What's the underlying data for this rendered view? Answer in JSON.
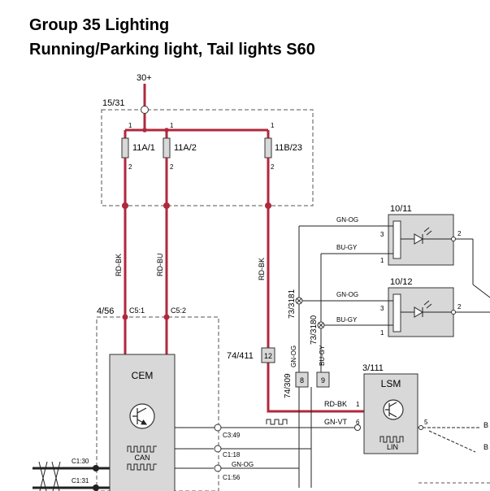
{
  "header": {
    "title": "Group 35 Lighting",
    "subtitle": "Running/Parking light, Tail lights S60"
  },
  "colors": {
    "wire_power": "#b0283c",
    "wire_signal": "#222222",
    "module_fill": "#d8d8d8",
    "box_border": "#555555"
  },
  "supply": {
    "label": "30+"
  },
  "fuse_box": {
    "label": "15/31",
    "fuses": [
      {
        "name": "11A/1",
        "pin_in": "1",
        "pin_out": "2"
      },
      {
        "name": "11A/2",
        "pin_in": "1",
        "pin_out": "2"
      },
      {
        "name": "11B/23",
        "pin_in": "1",
        "pin_out": "2"
      }
    ]
  },
  "wires": {
    "rd_bk_1": "RD-BK",
    "rd_bu": "RD-BU",
    "rd_bk_2": "RD-BK",
    "gn_og": "GN-OG",
    "bu_gy": "BU-GY",
    "gn_vt": "GN-VT"
  },
  "cem": {
    "box_label": "4/56",
    "name": "CEM",
    "conn_1": "C5:1",
    "conn_2": "C5:2",
    "bus_label": "CAN",
    "pins": [
      "C3:49",
      "C1:18",
      "C1:56"
    ],
    "left_pins": [
      "C1:30",
      "C1:31"
    ]
  },
  "lamp_1": {
    "label": "10/11",
    "pin_a": "3",
    "pin_b": "1",
    "pin_out": "2"
  },
  "lamp_2": {
    "label": "10/12",
    "pin_a": "3",
    "pin_b": "1",
    "pin_out": "2"
  },
  "connectors": {
    "c74_411": {
      "label": "74/411",
      "pin": "12"
    },
    "c74_309": {
      "label": "74/309",
      "pin_a": "8",
      "pin_b": "9"
    },
    "c73_3181": "73/3181",
    "c73_3180": "73/3180"
  },
  "lsm": {
    "box_label": "3/111",
    "name": "LSM",
    "bus_label": "LIN",
    "pin_1": "1",
    "pin_6": "6",
    "pin_5": "5"
  },
  "edge_labels": [
    "B",
    "B"
  ]
}
